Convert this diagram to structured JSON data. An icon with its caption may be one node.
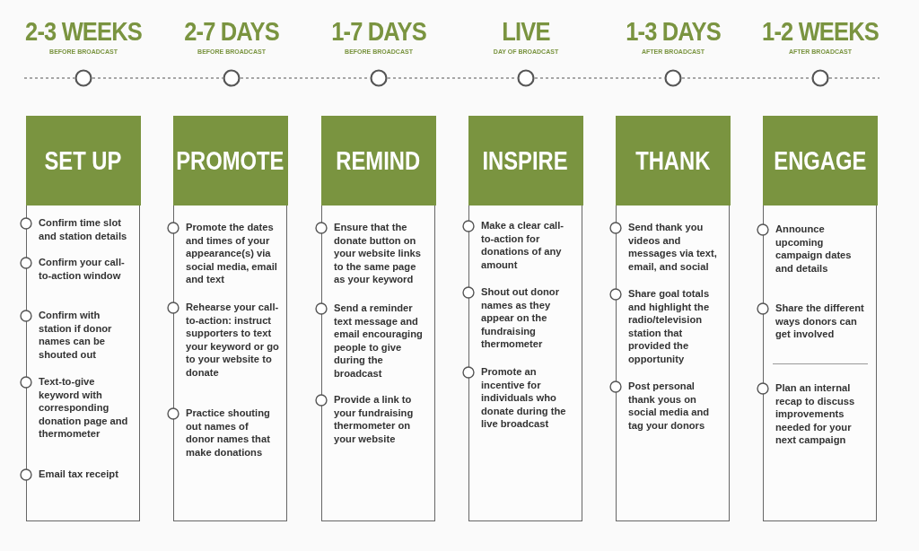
{
  "diagram": {
    "nodes": [
      {
        "text": [
          "2-3 WEEKS",
          "BEFORE BROADCAST"
        ]
      },
      {
        "text": [
          "2-7 DAYS",
          "BEFORE BROADCAST"
        ]
      },
      {
        "text": [
          "1-7 DAYS",
          "BEFORE BROADCAST"
        ]
      },
      {
        "text": [
          "LIVE",
          "DAY OF BROADCAST"
        ]
      },
      {
        "text": [
          "1-3 DAYS",
          "AFTER BROADCAST"
        ]
      },
      {
        "text": [
          "1-2 WEEKS",
          "AFTER BROADCAST"
        ]
      },
      {
        "text": [
          "SET UP"
        ]
      },
      {
        "text": [
          "Confirm time slot and station details"
        ],
        "in": 6
      },
      {
        "text": [
          "Confirm your call-to-action window"
        ],
        "in": 6
      },
      {
        "text": [
          "Confirm with station if donor names can be shouted out"
        ],
        "in": 6
      },
      {
        "text": [
          "Text-to-give keyword with corresponding donation page and thermometer"
        ],
        "in": 6
      },
      {
        "text": [
          "Email tax receipt"
        ],
        "in": 6
      },
      {
        "text": [
          "PROMOTE"
        ]
      },
      {
        "text": [
          "Promote the dates and times of your appearance(s) via social media, email and text"
        ],
        "in": 12
      },
      {
        "text": [
          "Rehearse your call-to-action: instruct supporters to text your keyword or go to your website to donate"
        ],
        "in": 12
      },
      {
        "text": [
          "Practice shouting out names of donor names that make donations"
        ],
        "in": 12
      },
      {
        "text": [
          "REMIND"
        ]
      },
      {
        "text": [
          "Ensure that the donate button on your website links to the same page as your keyword"
        ],
        "in": 16
      },
      {
        "text": [
          "Send a reminder text message and email encouraging people to give during the broadcast"
        ],
        "in": 16
      },
      {
        "text": [
          "Provide a link to your fundraising thermometer on your website"
        ],
        "in": 16
      },
      {
        "text": [
          "INSPIRE"
        ]
      },
      {
        "text": [
          "Make a clear call-to-action for donations of any amount"
        ],
        "in": 20
      },
      {
        "text": [
          "Shout out donor names as they appear on the fundraising thermometer"
        ],
        "in": 20
      },
      {
        "text": [
          "Promote an incentive for individuals who donate during the live broadcast"
        ],
        "in": 20
      },
      {
        "text": [
          "THANK"
        ]
      },
      {
        "text": [
          "Send thank you videos and messages via text, email, and social"
        ],
        "in": 24
      },
      {
        "text": [
          "Share goal totals and highlight the radio/television station that provided the opportunity"
        ],
        "in": 24
      },
      {
        "text": [
          "Post personal thank yous on social media and tag your donors"
        ],
        "in": 24
      },
      {
        "text": [
          "ENGAGE"
        ]
      },
      {
        "text": [
          "Announce upcoming campaign dates and details"
        ],
        "in": 28
      },
      {
        "text": [
          "Share the different ways donors can get involved"
        ],
        "in": 28
      },
      {
        "text": [
          "Plan an internal recap to discuss improvements needed for your next campaign"
        ],
        "in": 28
      }
    ],
    "edges": [
      {
        "from": null,
        "to": 0,
        "arrow": "none",
        "style": "dashed"
      },
      {
        "from": 0,
        "to": 1,
        "arrow": "none",
        "style": "dashed"
      },
      {
        "from": 1,
        "to": 2,
        "arrow": "none",
        "style": "dashed"
      },
      {
        "from": 2,
        "to": 3,
        "arrow": "none",
        "style": "dashed"
      },
      {
        "from": 3,
        "to": 4,
        "arrow": "none",
        "style": "dashed"
      },
      {
        "from": 4,
        "to": 5,
        "arrow": "none",
        "style": "dashed"
      },
      {
        "from": 5,
        "to": null,
        "arrow": "none",
        "style": "dashed"
      }
    ]
  }
}
